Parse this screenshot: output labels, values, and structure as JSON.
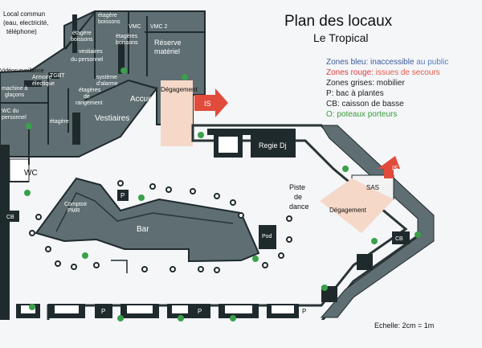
{
  "title": "Plan des locaux",
  "subtitle": "Le Tropical",
  "legend": [
    {
      "key": "blue",
      "prefix": "Zones bleu: inaccessible ",
      "suffix": "au public",
      "color": "#3c5a9a",
      "suffix_color": "#5a7ac0"
    },
    {
      "key": "red",
      "prefix": "Zones rouge: ",
      "suffix": "issues de secours",
      "color": "#e03a3a",
      "suffix_color": "#e05a4a"
    },
    {
      "key": "grey",
      "text": "Zones grises: mobilier",
      "color": "#222222"
    },
    {
      "key": "p",
      "text": "P: bac à plantes",
      "color": "#222222"
    },
    {
      "key": "cb",
      "text": "CB: caisson de basse",
      "color": "#222222"
    },
    {
      "key": "o",
      "text": "O: poteaux porteurs",
      "color": "#3a9a3a"
    }
  ],
  "scale": "Echelle: 2cm = 1m",
  "labels": {
    "local_commun_1": "Local commun",
    "local_commun_2": "(eau, electricité,",
    "local_commun_3": "téléphone)",
    "etagere_boissons_1a": "étagère",
    "etagere_boissons_1b": "boissons",
    "etagere_boissons_2a": "étagère",
    "etagere_boissons_2b": "boissons",
    "etagere_boissons_3a": "étagères",
    "etagere_boissons_3b": "boissons",
    "vmc": "VMC",
    "vmc2": "VMC 2",
    "reserve_1": "Réserve",
    "reserve_2": "matériel",
    "vestiaires_personnel_1": "vestiaires",
    "vestiaires_personnel_2": "du personnel",
    "videosurveillance": "Vidéosurveillance",
    "tgbt": "TGBT",
    "armoire_1": "Armoire",
    "armoire_2": "électique",
    "machine_glacons_1": "machine à",
    "machine_glacons_2": "glaçons",
    "systeme_alarme_1": "système",
    "systeme_alarme_2": "d'alarme",
    "etageres_rangement_1": "étagères",
    "etageres_rangement_2": "de",
    "etageres_rangement_3": "rangement",
    "accueil": "Accueil",
    "vestiaires": "Vestiaires",
    "wc_personnel_1": "WC du",
    "wc_personnel_2": "personnel",
    "etagere": "étagère",
    "degagement_top": "Dégagement",
    "is_top": "IS",
    "regie_dj": "Regie Dj",
    "wc": "WC",
    "p_top": "P",
    "comptoir_pmr_1": "Comptoir",
    "comptoir_pmr_2": "PMR",
    "bar": "Bar",
    "piste_1": "Piste",
    "piste_2": "de",
    "piste_3": "dance",
    "sas": "SAS",
    "is_right": "IS",
    "degagement_right": "Dégagement",
    "pod": "Pod",
    "cb_left": "CB",
    "cb_right": "CB",
    "p_bottom_1": "P",
    "p_bottom_2": "P",
    "p_bottom_3": "P"
  }
}
